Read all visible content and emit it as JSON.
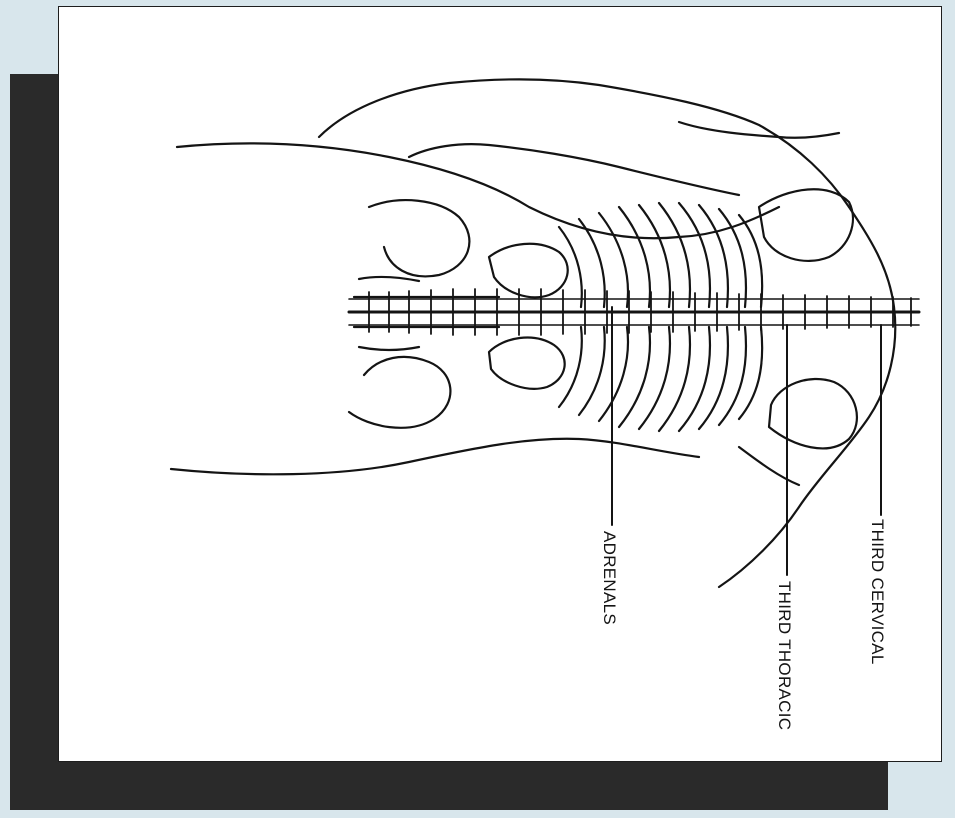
{
  "figure": {
    "labels": {
      "third_cervical": "THIRD CERVICAL",
      "third_thoracic": "THIRD THORACIC",
      "adrenals": "ADRENALS"
    },
    "line_color": "#141414",
    "background": "#ffffff"
  }
}
